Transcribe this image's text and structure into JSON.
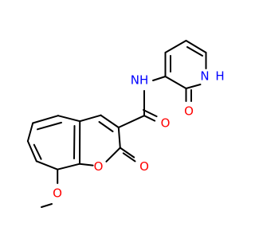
{
  "colors": {
    "background": "#ffffff",
    "bond": "#000000",
    "oxygen": "#ff0000",
    "nitrogen": "#0000ff"
  },
  "atoms": {
    "o_methoxy": "O",
    "o_ring": "O",
    "o_lactone_carbonyl": "O",
    "o_amide_carbonyl": "O",
    "nh_amide": "NH",
    "o_pyridone": "O",
    "nh_pyridone_n": "N",
    "nh_pyridone_h": "H"
  }
}
